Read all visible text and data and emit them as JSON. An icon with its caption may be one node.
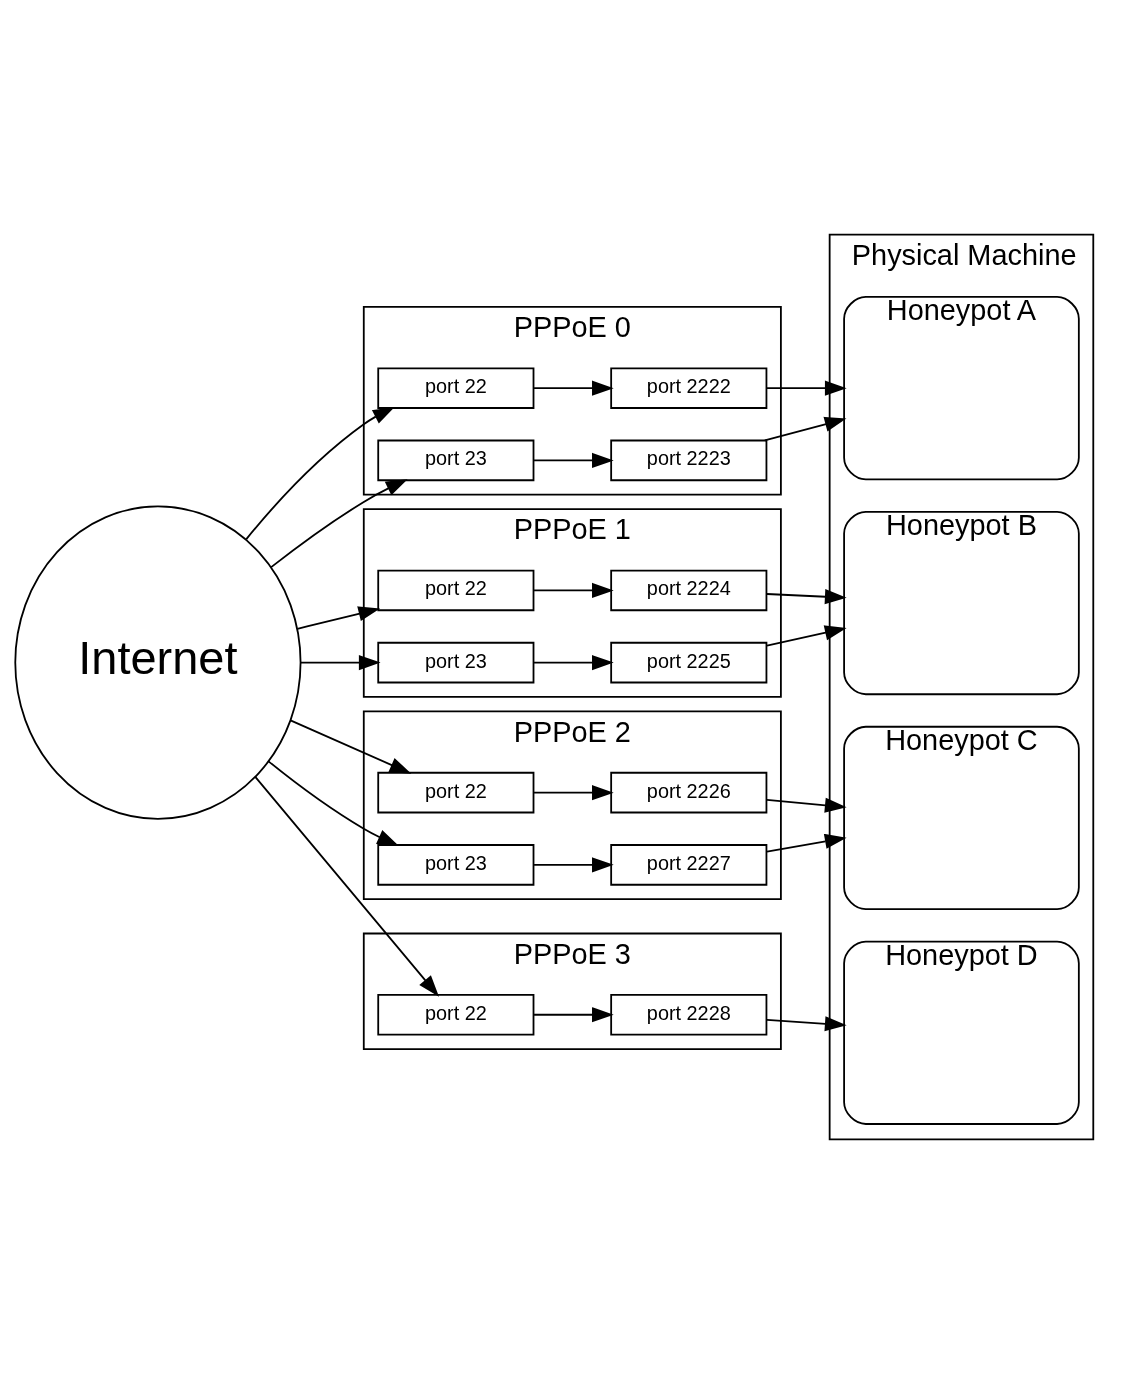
{
  "diagram": {
    "nodes": [
      {
        "text": [
          "Physical Machine"
        ]
      },
      {
        "text": [
          "Internet"
        ]
      },
      {
        "text": [
          "PPPoE 0"
        ]
      },
      {
        "text": [
          "port 22"
        ],
        "in": 2
      },
      {
        "text": [
          "port 23"
        ],
        "in": 2
      },
      {
        "text": [
          "port 2222"
        ],
        "in": 2
      },
      {
        "text": [
          "port 2223"
        ],
        "in": 2
      },
      {
        "text": [
          "Honeypot A"
        ],
        "in": 0
      },
      {
        "text": [
          "PPPoE 1"
        ]
      },
      {
        "text": [
          "port 22"
        ],
        "in": 8
      },
      {
        "text": [
          "port 23"
        ],
        "in": 8
      },
      {
        "text": [
          "port 2224"
        ],
        "in": 8
      },
      {
        "text": [
          "port 2225"
        ],
        "in": 8
      },
      {
        "text": [
          "Honeypot B"
        ],
        "in": 0
      },
      {
        "text": [
          "PPPoE 2"
        ]
      },
      {
        "text": [
          "port 22"
        ],
        "in": 14
      },
      {
        "text": [
          "port 23"
        ],
        "in": 14
      },
      {
        "text": [
          "port 2226"
        ],
        "in": 14
      },
      {
        "text": [
          "port 2227"
        ],
        "in": 14
      },
      {
        "text": [
          "Honeypot C"
        ],
        "in": 0
      },
      {
        "text": [
          "PPPoE 3"
        ]
      },
      {
        "text": [
          "port 22"
        ],
        "in": 20
      },
      {
        "text": [
          "port 2228"
        ],
        "in": 20
      },
      {
        "text": [
          "Honeypot D"
        ],
        "in": 0
      }
    ],
    "edges": [
      {
        "from": 1,
        "to": 3,
        "arrow": "to"
      },
      {
        "from": 1,
        "to": 4,
        "arrow": "to"
      },
      {
        "from": 3,
        "to": 5,
        "arrow": "to"
      },
      {
        "from": 4,
        "to": 6,
        "arrow": "to"
      },
      {
        "from": 5,
        "to": 7,
        "arrow": "to"
      },
      {
        "from": 6,
        "to": 7,
        "arrow": "to"
      },
      {
        "from": 1,
        "to": 9,
        "arrow": "to"
      },
      {
        "from": 1,
        "to": 10,
        "arrow": "to"
      },
      {
        "from": 9,
        "to": 11,
        "arrow": "to"
      },
      {
        "from": 10,
        "to": 12,
        "arrow": "to"
      },
      {
        "from": 11,
        "to": 13,
        "arrow": "to"
      },
      {
        "from": 12,
        "to": 13,
        "arrow": "to"
      },
      {
        "from": 1,
        "to": 15,
        "arrow": "to"
      },
      {
        "from": 1,
        "to": 16,
        "arrow": "to"
      },
      {
        "from": 15,
        "to": 17,
        "arrow": "to"
      },
      {
        "from": 16,
        "to": 18,
        "arrow": "to"
      },
      {
        "from": 17,
        "to": 19,
        "arrow": "to"
      },
      {
        "from": 18,
        "to": 19,
        "arrow": "to"
      },
      {
        "from": 1,
        "to": 21,
        "arrow": "to"
      },
      {
        "from": 21,
        "to": 22,
        "arrow": "to"
      },
      {
        "from": 22,
        "to": 23,
        "arrow": "to"
      }
    ]
  }
}
